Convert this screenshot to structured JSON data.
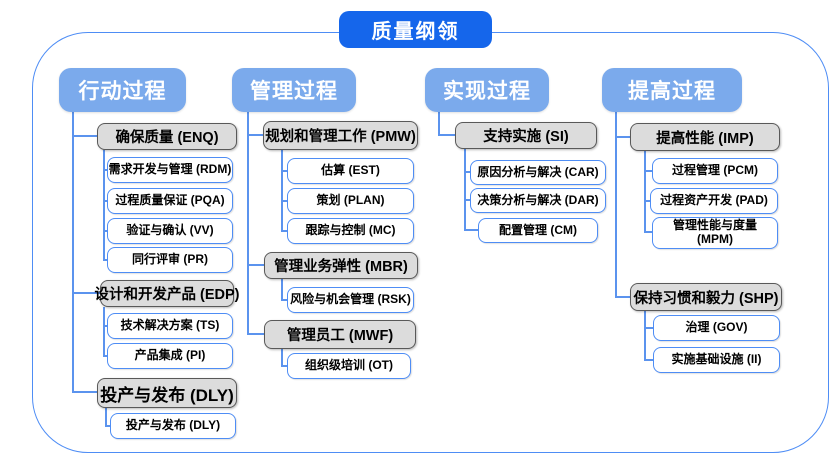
{
  "title": "质量纲领",
  "colors": {
    "title_bg": "#1566EB",
    "header_bg": "#7BAAEC",
    "gray_fill": "#DCDCDC",
    "gray_border": "#595959",
    "connector_blue": "#5B93EE",
    "outline_blue": "#4E8DF5"
  },
  "columns": [
    {
      "label": "行动过程",
      "groups": [
        {
          "label": "确保质量 (ENQ)",
          "children": [
            "需求开发与管理 (RDM)",
            "过程质量保证 (PQA)",
            "验证与确认 (VV)",
            "同行评审 (PR)"
          ]
        },
        {
          "label": "设计和开发产品 (EDP)",
          "children": [
            "技术解决方案 (TS)",
            "产品集成 (PI)"
          ]
        },
        {
          "label": "投产与发布 (DLY)",
          "children": [
            "投产与发布 (DLY)"
          ]
        }
      ]
    },
    {
      "label": "管理过程",
      "groups": [
        {
          "label": "规划和管理工作 (PMW)",
          "children": [
            "估算 (EST)",
            "策划 (PLAN)",
            "跟踪与控制 (MC)"
          ]
        },
        {
          "label": "管理业务弹性 (MBR)",
          "children": [
            "风险与机会管理 (RSK)"
          ]
        },
        {
          "label": "管理员工 (MWF)",
          "children": [
            "组织级培训 (OT)"
          ]
        }
      ]
    },
    {
      "label": "实现过程",
      "groups": [
        {
          "label": "支持实施 (SI)",
          "children": [
            "原因分析与解决 (CAR)",
            "决策分析与解决 (DAR)",
            "配置管理 (CM)"
          ]
        }
      ]
    },
    {
      "label": "提高过程",
      "groups": [
        {
          "label": "提高性能 (IMP)",
          "children": [
            "过程管理 (PCM)",
            "过程资产开发 (PAD)",
            "管理性能与度量 (MPM)"
          ]
        },
        {
          "label": "保持习惯和毅力 (SHP)",
          "children": [
            "治理 (GOV)",
            "实施基础设施 (II)"
          ]
        }
      ]
    }
  ]
}
